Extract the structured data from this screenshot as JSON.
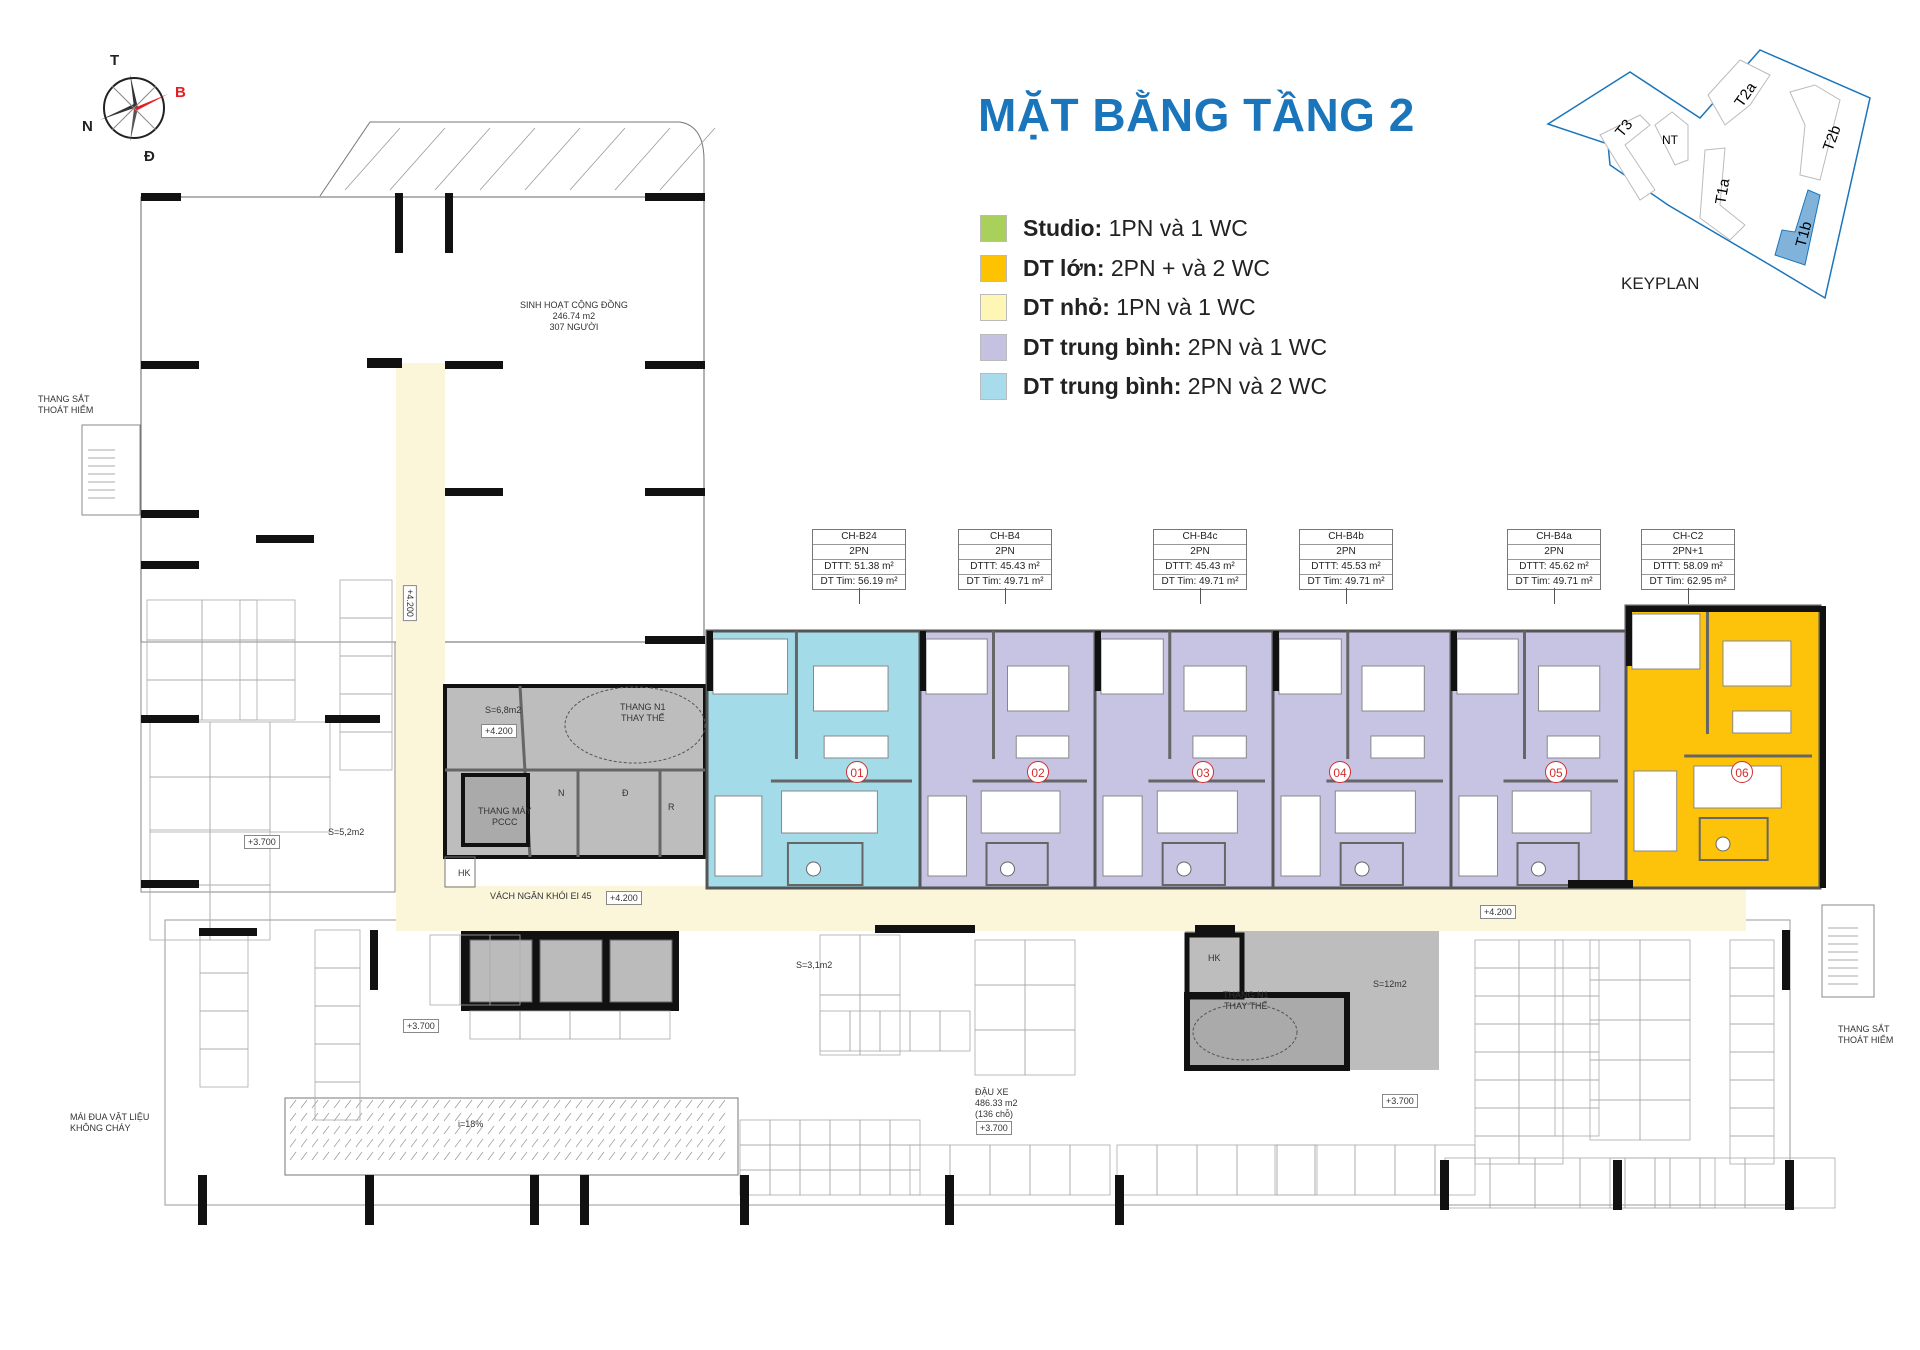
{
  "title": "MẶT BẰNG TẦNG 2",
  "compass": {
    "north": "T",
    "east": "B",
    "west": "N",
    "south": "Đ"
  },
  "legend": [
    {
      "bold": "Studio:",
      "text": " 1PN và 1 WC",
      "color": "#a8d05a"
    },
    {
      "bold": "DT lớn:",
      "text": " 2PN + và 2 WC",
      "color": "#fdc300"
    },
    {
      "bold": "DT nhỏ:",
      "text": " 1PN  và 1 WC",
      "color": "#fdf6b4"
    },
    {
      "bold": "DT trung bình:",
      "text": " 2PN và 1 WC",
      "color": "#c5c1e0"
    },
    {
      "bold": "DT trung bình:",
      "text": " 2PN và 2 WC",
      "color": "#a8dcec"
    }
  ],
  "keyplan": {
    "label": "KEYPLAN",
    "blocks": [
      "T3",
      "NT",
      "T2a",
      "T2b",
      "T1a",
      "T1b"
    ],
    "highlight": "T1b",
    "color": "#1a75bb"
  },
  "units": [
    {
      "no": "01",
      "code": "CH-B24",
      "type": "2PN",
      "dttt": "DTTT: 51.38 m²",
      "dttim": "DT Tim: 56.19 m²",
      "color": "#a4dbe9"
    },
    {
      "no": "02",
      "code": "CH-B4",
      "type": "2PN",
      "dttt": "DTTT: 45.43 m²",
      "dttim": "DT Tim: 49.71 m²",
      "color": "#c7c3e3"
    },
    {
      "no": "03",
      "code": "CH-B4c",
      "type": "2PN",
      "dttt": "DTTT: 45.43 m²",
      "dttim": "DT Tim: 49.71 m²",
      "color": "#c7c3e3"
    },
    {
      "no": "04",
      "code": "CH-B4b",
      "type": "2PN",
      "dttt": "DTTT: 45.53 m²",
      "dttim": "DT Tim: 49.71 m²",
      "color": "#c7c3e3"
    },
    {
      "no": "05",
      "code": "CH-B4a",
      "type": "2PN",
      "dttt": "DTTT: 45.62 m²",
      "dttim": "DT Tim: 49.71 m²",
      "color": "#c7c3e3"
    },
    {
      "no": "06",
      "code": "CH-C2",
      "type": "2PN+1",
      "dttt": "DTTT: 58.09 m²",
      "dttim": "DT Tim: 62.95 m²",
      "color": "#fcc30a"
    }
  ],
  "rooms": {
    "community": [
      "SINH HOẠT CỘNG ĐỒNG",
      "246.74 m2",
      "307 NGƯỜI"
    ],
    "s68": "S=6,8m2",
    "stair_n1": [
      "THANG N1",
      "THAY THẾ"
    ],
    "fire_elevator": [
      "THANG MÁY",
      "PCCC"
    ],
    "n": "N",
    "d": "Đ",
    "r": "R",
    "hk": "HK",
    "smoke_wall": "VÁCH NGĂN KHÓI EI 45",
    "s52": "S=5,2m2",
    "s31": "S=3,1m2",
    "stair_n1_right": [
      "THANG N1",
      "THAY THẾ"
    ],
    "s12": "S=12m2",
    "hk_right": "HK",
    "escape_left": [
      "THANG SẮT",
      "THOÁT HIỂM"
    ],
    "escape_right": [
      "THANG SẮT",
      "THOÁT HIỂM"
    ],
    "canopy": [
      "MÁI ĐUA VẬT LIỆU",
      "KHÔNG CHÁY"
    ],
    "ramp": "i=18%",
    "parking": [
      "ĐẬU XE",
      "486.33 m2",
      "(136 chỗ)"
    ]
  },
  "levels": {
    "core": "+4.200",
    "corridor_left": "+4.200",
    "corridor_right": "+4.200",
    "corridor_vertical": "+4.200",
    "left_a": "+3.700",
    "left_b": "+3.700",
    "right_core": "+3.700",
    "parking": "+3.700"
  },
  "colors": {
    "corridor": "#fbf5d9",
    "core": "#bdbdbd",
    "wall": "#111111"
  }
}
